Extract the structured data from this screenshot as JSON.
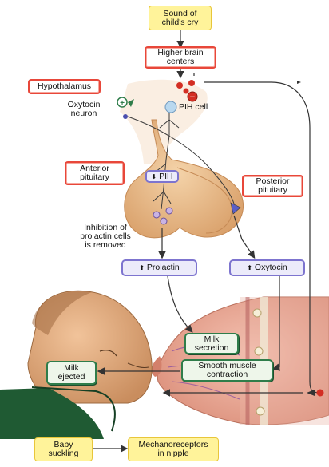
{
  "labels": {
    "sound_of_cry": "Sound of\nchild's cry",
    "higher_brain": "Higher brain\ncenters",
    "hypothalamus": "Hypothalamus",
    "oxytocin_neuron": "Oxytocin\nneuron",
    "pih_cell": "PIH cell",
    "anterior_pituitary": "Anterior\npituitary",
    "posterior_pituitary": "Posterior\npituitary",
    "pih": "PIH",
    "inhibition": "Inhibition of\nprolactin cells\nis removed",
    "prolactin": "Prolactin",
    "oxytocin": "Oxytocin",
    "milk_secretion": "Milk\nsecretion",
    "milk_ejected": "Milk\nejected",
    "smooth_muscle": "Smooth muscle\ncontraction",
    "baby_suckling": "Baby\nsuckling",
    "mechanoreceptors": "Mechanoreceptors\nin nipple"
  },
  "symbols": {
    "pih_change": "⬇",
    "prolactin_change": "⬆",
    "oxytocin_change": "⬆",
    "plus_sign": "+",
    "minus_sign": "−"
  },
  "colors": {
    "yellow_box": "#fff39a",
    "red_border": "#e8473a",
    "purple_border": "#7d74cf",
    "green_border": "#2f7d4a",
    "pituitary": "#e7b987",
    "arrow": "#333333"
  }
}
